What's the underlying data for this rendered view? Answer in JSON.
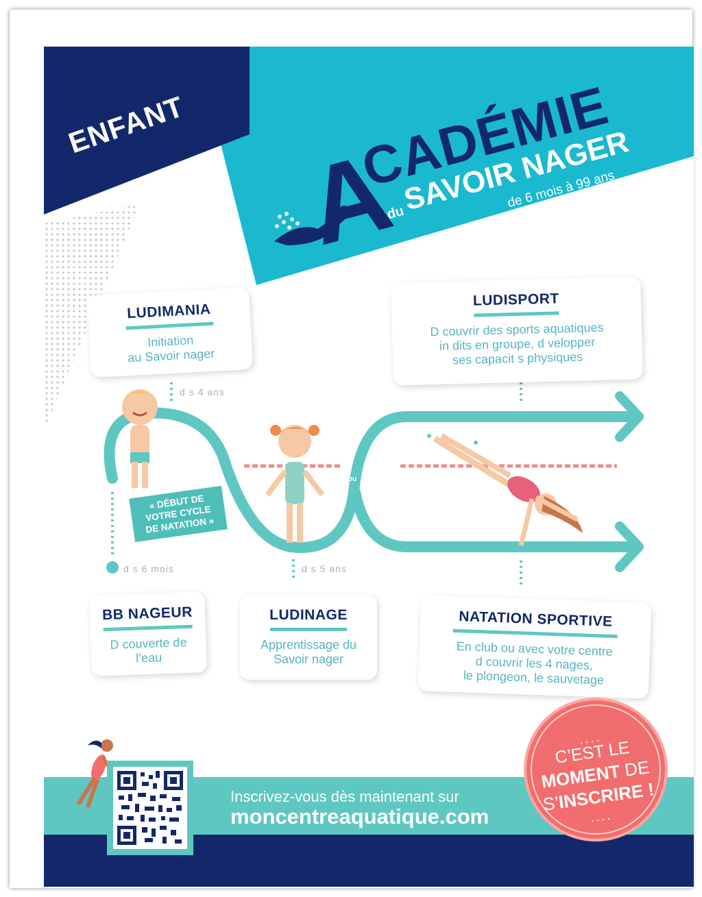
{
  "header": {
    "category": "ENFANT",
    "logo_initial": "A",
    "logo_title": "CADÉMIE",
    "logo_du": "du",
    "logo_sub": "SAVOIR NAGER",
    "logo_age": "de 6 mois à 99 ans"
  },
  "cards": {
    "ludimania": {
      "title": "LUDIMANIA",
      "body": "Initiation\nau    Savoir nager"
    },
    "ludisport": {
      "title": "LUDISPORT",
      "body": "D  couvrir des sports aquatiques\nin  dits en groupe, d   velopper\nses capacit   s physiques"
    },
    "bbnageur": {
      "title": "BB NAGEUR",
      "body": "D  couverte de\nl’eau"
    },
    "ludinage": {
      "title": "LUDINAGE",
      "body": "Apprentissage  du\nSavoir nager"
    },
    "natation": {
      "title": "NATATION SPORTIVE",
      "body": "En club ou avec votre centre\nd   couvrir les 4 nages,\nle plongeon, le sauvetage"
    }
  },
  "ages": {
    "a4": "d   s 4 ans",
    "a6m": "d   s 6 mois",
    "a5": "d   s 5 ans"
  },
  "debut_label": "« DÉBUT DE\nVOTRE CYCLE\nDE NATATION »",
  "branch_label": "ou",
  "footer": {
    "line1": "Inscrivez-vous dès maintenant sur",
    "line2": "moncentreaquatique.com"
  },
  "stamp": {
    "line1": "C’EST LE",
    "line2_bold": "MOMENT",
    "line2_rest": " DE",
    "line3_pre": "S’",
    "line3_bold": "INSCRIRE !"
  },
  "colors": {
    "navy": "#13286b",
    "teal": "#1ab9cf",
    "path": "#5fc7c2",
    "coral": "#f26d6d"
  },
  "icons": [
    "swimmer-logo-icon",
    "baby-illustration",
    "girl-swimmer-illustration",
    "diver-illustration",
    "qr-code",
    "woman-swimmer-illustration"
  ]
}
